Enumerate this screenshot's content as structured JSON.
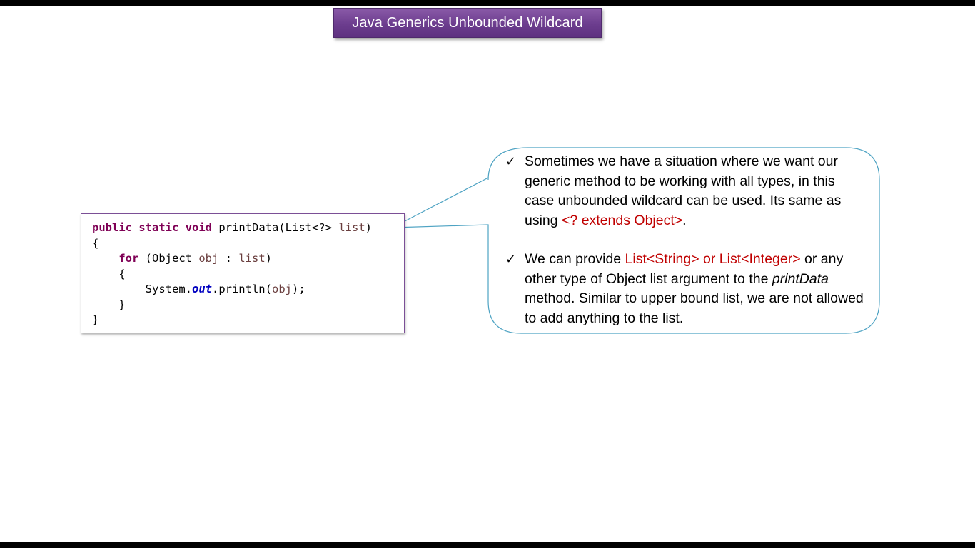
{
  "slide": {
    "title": "Java Generics Unbounded Wildcard"
  },
  "code": {
    "lines": [
      [
        {
          "t": "public",
          "c": "kw"
        },
        {
          "t": " ",
          "c": ""
        },
        {
          "t": "static",
          "c": "kw"
        },
        {
          "t": " ",
          "c": ""
        },
        {
          "t": "void",
          "c": "kw"
        },
        {
          "t": " printData(List<?> ",
          "c": ""
        },
        {
          "t": "list",
          "c": "var"
        },
        {
          "t": ")",
          "c": ""
        }
      ],
      [
        {
          "t": "{",
          "c": ""
        }
      ],
      [
        {
          "t": "    ",
          "c": ""
        },
        {
          "t": "for",
          "c": "kw"
        },
        {
          "t": " (Object ",
          "c": ""
        },
        {
          "t": "obj",
          "c": "var"
        },
        {
          "t": " : ",
          "c": ""
        },
        {
          "t": "list",
          "c": "var"
        },
        {
          "t": ")",
          "c": ""
        }
      ],
      [
        {
          "t": "    {",
          "c": ""
        }
      ],
      [
        {
          "t": "        System.",
          "c": ""
        },
        {
          "t": "out",
          "c": "fld"
        },
        {
          "t": ".println(",
          "c": ""
        },
        {
          "t": "obj",
          "c": "var"
        },
        {
          "t": ");",
          "c": ""
        }
      ],
      [
        {
          "t": "    }",
          "c": ""
        }
      ],
      [
        {
          "t": "}",
          "c": ""
        }
      ]
    ]
  },
  "callout": {
    "check_symbol": "✓",
    "point1": {
      "text": "Sometimes we have a situation where we want our generic method to be working with all types, in this case unbounded wildcard can be used. Its same as using ",
      "highlight": "<? extends Object>",
      "end": "."
    },
    "point2": {
      "text_a": "We can provide ",
      "highlight": "List<String> or List<Integer>",
      "text_b": " or any other type of Object list argument to the ",
      "italic": "printData",
      "text_c": " method. Similar to upper bound list, we are not allowed to add anything to the list."
    }
  },
  "colors": {
    "title_bg": "#6c3d8e",
    "code_border": "#7b4f96",
    "keyword": "#7f0055",
    "variable": "#6a3e3e",
    "static_field": "#0000c0",
    "callout_border": "#4ea3c3",
    "highlight_red": "#c00000"
  }
}
